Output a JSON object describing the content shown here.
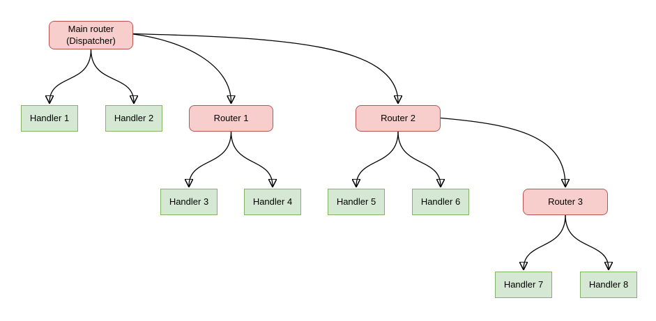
{
  "nodes": {
    "main_router": {
      "label": "Main router\n(Dispatcher)",
      "type": "router"
    },
    "handler_1": {
      "label": "Handler 1",
      "type": "handler"
    },
    "handler_2": {
      "label": "Handler 2",
      "type": "handler"
    },
    "router_1": {
      "label": "Router 1",
      "type": "router"
    },
    "router_2": {
      "label": "Router 2",
      "type": "router"
    },
    "handler_3": {
      "label": "Handler 3",
      "type": "handler"
    },
    "handler_4": {
      "label": "Handler 4",
      "type": "handler"
    },
    "handler_5": {
      "label": "Handler 5",
      "type": "handler"
    },
    "handler_6": {
      "label": "Handler 6",
      "type": "handler"
    },
    "router_3": {
      "label": "Router 3",
      "type": "router"
    },
    "handler_7": {
      "label": "Handler 7",
      "type": "handler"
    },
    "handler_8": {
      "label": "Handler 8",
      "type": "handler"
    }
  },
  "edges": [
    {
      "from": "main_router",
      "to": "handler_1"
    },
    {
      "from": "main_router",
      "to": "handler_2"
    },
    {
      "from": "main_router",
      "to": "router_1"
    },
    {
      "from": "main_router",
      "to": "router_2"
    },
    {
      "from": "router_1",
      "to": "handler_3"
    },
    {
      "from": "router_1",
      "to": "handler_4"
    },
    {
      "from": "router_2",
      "to": "handler_5"
    },
    {
      "from": "router_2",
      "to": "handler_6"
    },
    {
      "from": "router_2",
      "to": "router_3"
    },
    {
      "from": "router_3",
      "to": "handler_7"
    },
    {
      "from": "router_3",
      "to": "handler_8"
    }
  ],
  "palette": {
    "router_fill": "#f8cecc",
    "router_border": "#b85450",
    "handler_fill": "#d5e8d4",
    "handler_border": "#82b366",
    "edge_color": "#000000",
    "background": "#ffffff",
    "text_color": "#000000"
  }
}
